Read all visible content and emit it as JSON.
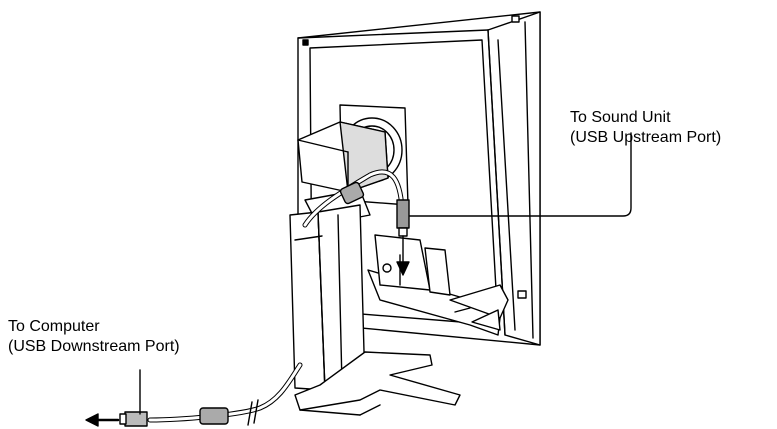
{
  "labels": {
    "sound_unit": {
      "line1": "To Sound Unit",
      "line2": "(USB Upstream Port)"
    },
    "computer": {
      "line1": "To Computer",
      "line2": "(USB Downstream Port)"
    }
  },
  "colors": {
    "line": "#000000",
    "fill_light": "#ffffff",
    "fill_grey": "#bdbdbd",
    "fill_dark": "#8a8a8a"
  }
}
